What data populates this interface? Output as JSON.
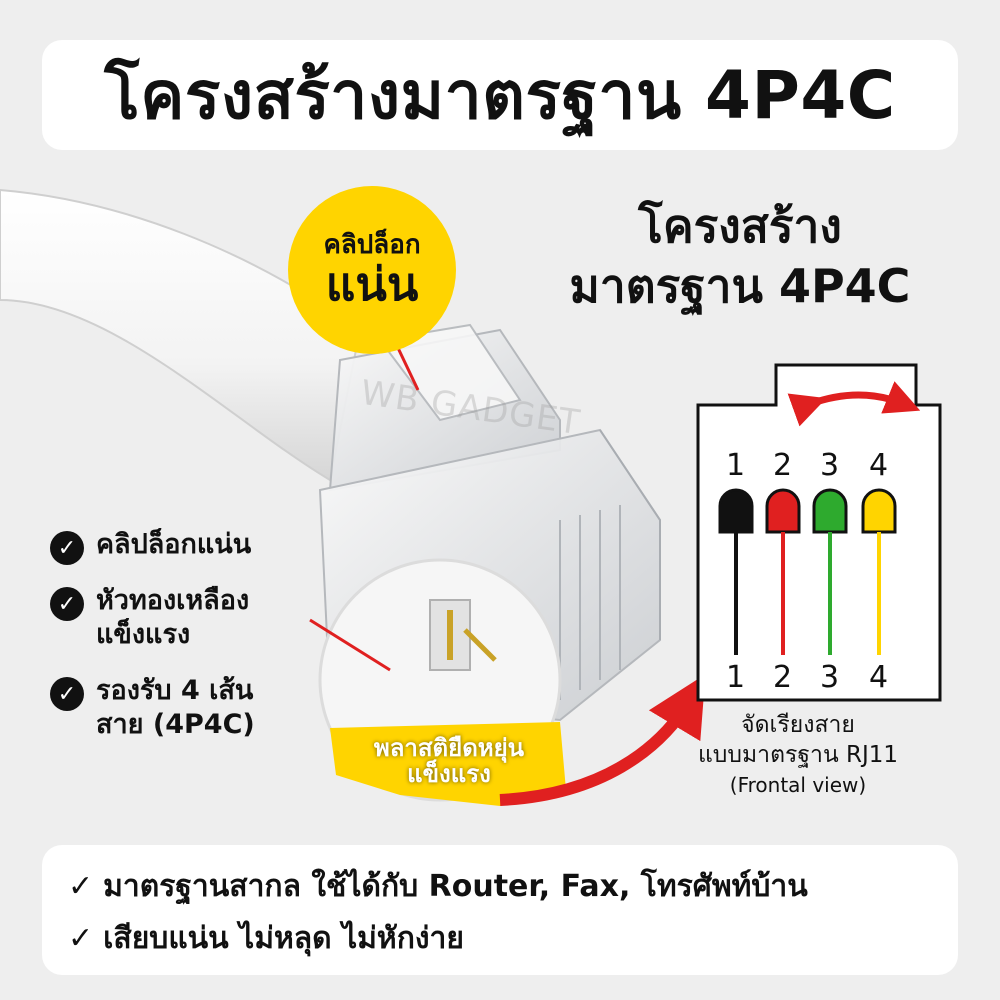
{
  "title": "โครงสร้างมาตรฐาน 4P4C",
  "right_title": [
    "โครงสร้าง",
    "มาตรฐาน 4P4C"
  ],
  "badge": {
    "line1": "คลิปล็อก",
    "line2": "แน่น"
  },
  "watermark": "WB GADGET",
  "features": [
    {
      "lines": [
        "คลิปล็อกแน่น"
      ],
      "icon": "check-circle-icon"
    },
    {
      "lines": [
        "หัวทองเหลือง",
        "แข็งแรง"
      ],
      "icon": "check-circle-icon"
    },
    {
      "lines": [
        "รองรับ 4 เส้น",
        "สาย (4P4C)"
      ],
      "icon": "check-circle-icon"
    }
  ],
  "plastic_tag": [
    "พลาสติยืดหยุ่น",
    "แข็งแรง"
  ],
  "pins": {
    "top": [
      "1",
      "2",
      "3",
      "4"
    ],
    "bottom": [
      "1",
      "2",
      "3",
      "4"
    ],
    "colors": [
      "#111111",
      "#e02020",
      "#2eaa2e",
      "#ffd400"
    ]
  },
  "wiring_caption": {
    "line1": "จัดเรียงสาย",
    "line2": "แบบมาตรฐาน RJ11",
    "line3": "(Frontal view)"
  },
  "bottom": [
    {
      "tick": "✓",
      "text": "มาตรฐานสากล ใช้ได้กับ Router, Fax, โทรศัพท์บ้าน"
    },
    {
      "tick": "✓",
      "text": "เสียบแน่น ไม่หลุด ไม่หักง่าย"
    }
  ],
  "colors": {
    "accent_yellow": "#ffd400",
    "arrow_red": "#e02020",
    "background": "#eeeeee"
  }
}
